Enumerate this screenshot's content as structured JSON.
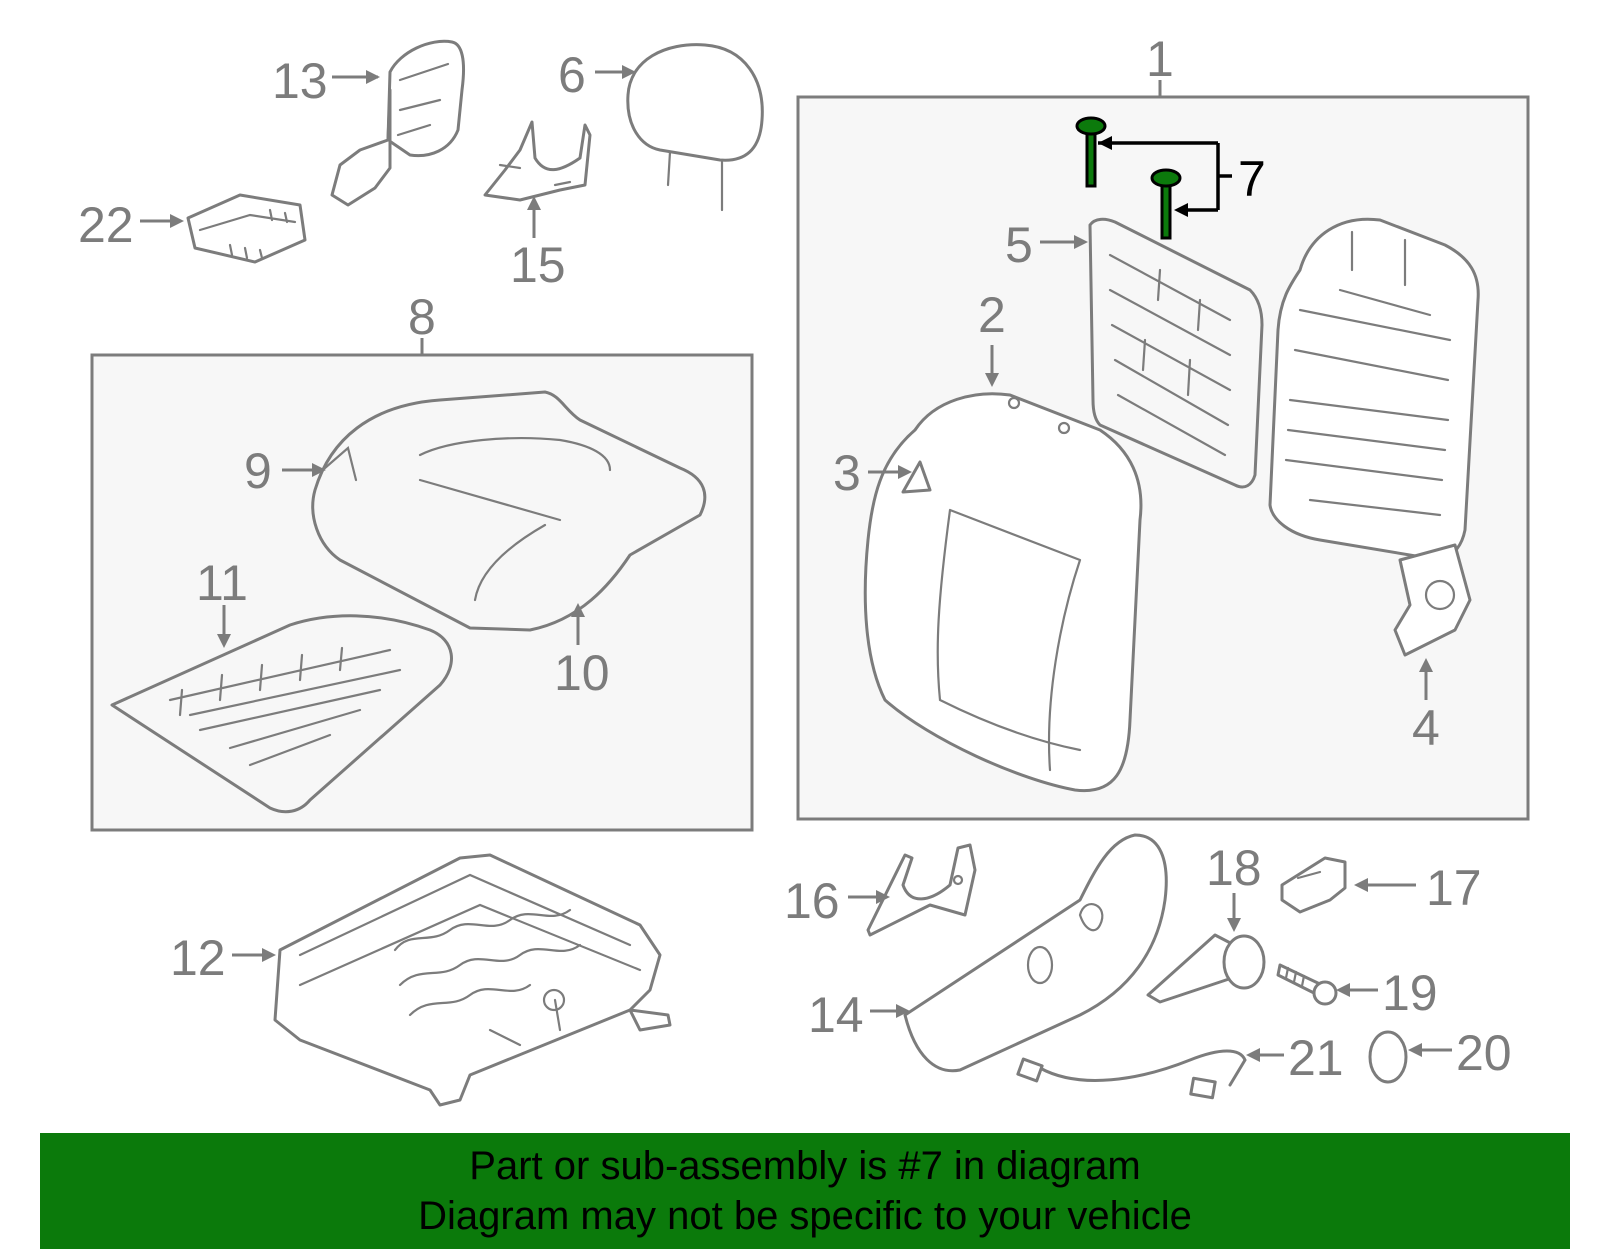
{
  "callouts": {
    "p1": "1",
    "p2": "2",
    "p3": "3",
    "p4": "4",
    "p5": "5",
    "p6": "6",
    "p7": "7",
    "p8": "8",
    "p9": "9",
    "p10": "10",
    "p11": "11",
    "p12": "12",
    "p13": "13",
    "p14": "14",
    "p15": "15",
    "p16": "16",
    "p17": "17",
    "p18": "18",
    "p19": "19",
    "p20": "20",
    "p21": "21",
    "p22": "22"
  },
  "highlighted_part": "7",
  "colors": {
    "banner": "#0b7a0b",
    "highlight": "#0c7a0c",
    "line": "#7c7c7c",
    "box_fill": "#f7f7f7"
  },
  "banner": {
    "line1": "Part or sub-assembly is #7 in diagram",
    "line2": "Diagram may not be specific to your vehicle"
  }
}
